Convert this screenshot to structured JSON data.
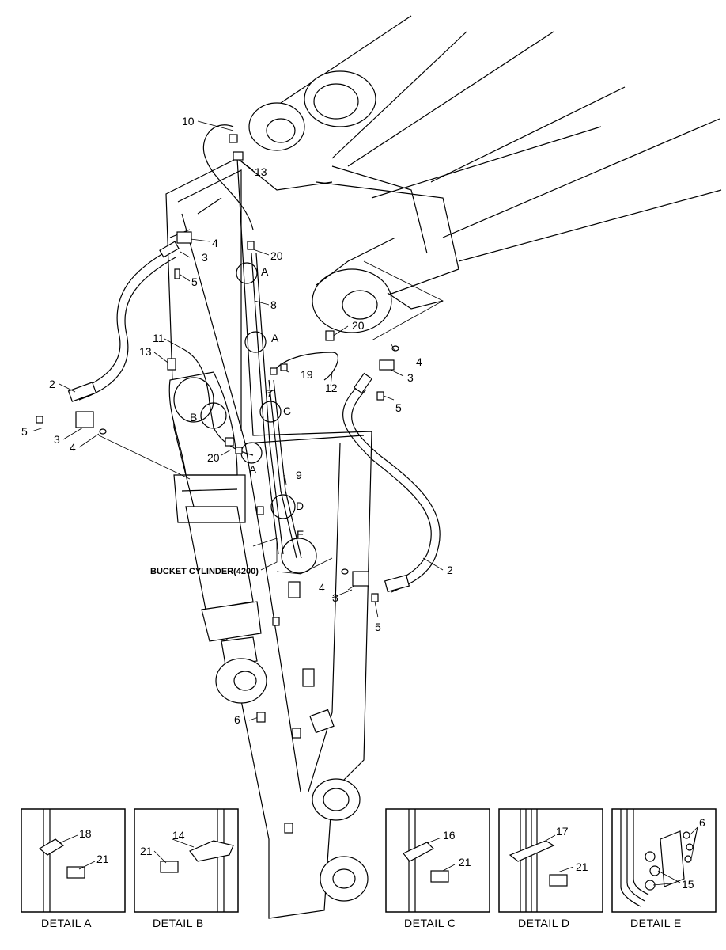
{
  "callouts": {
    "n2a": "2",
    "n2b": "2",
    "n3a": "3",
    "n3b": "3",
    "n3c": "3",
    "n3d": "3",
    "n4a": "4",
    "n4b": "4",
    "n4c": "4",
    "n4d": "4",
    "n5a": "5",
    "n5b": "5",
    "n5c": "5",
    "n5d": "5",
    "n6": "6",
    "n7": "7",
    "n8": "8",
    "n9": "9",
    "n10": "10",
    "n11": "11",
    "n12": "12",
    "n13a": "13",
    "n13b": "13",
    "n19": "19",
    "n20a": "20",
    "n20b": "20",
    "n20c": "20"
  },
  "detail_markers": {
    "a1": "A",
    "a2": "A",
    "a3": "A",
    "b": "B",
    "c": "C",
    "d": "D",
    "e": "E"
  },
  "bucket_label": "BUCKET CYLINDER(4200)",
  "details": [
    {
      "caption": "DETAIL  A",
      "parts": [
        "18",
        "21"
      ]
    },
    {
      "caption": "DETAIL  B",
      "parts": [
        "14",
        "21"
      ]
    },
    {
      "caption": "DETAIL  C",
      "parts": [
        "16",
        "21"
      ]
    },
    {
      "caption": "DETAIL  D",
      "parts": [
        "17",
        "21"
      ]
    },
    {
      "caption": "DETAIL  E",
      "parts": [
        "6",
        "15"
      ]
    }
  ]
}
